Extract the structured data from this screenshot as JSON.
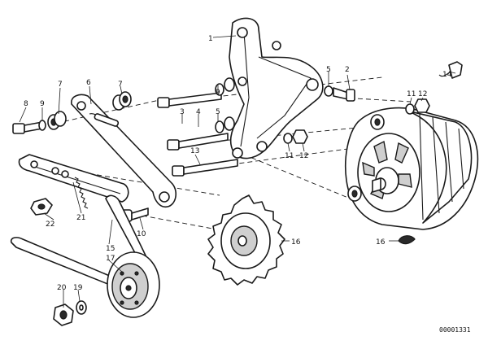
{
  "callouts": {
    "c1": "1",
    "c2": "2",
    "c3": "3",
    "c4": "4",
    "c5a": "5",
    "c5b": "5",
    "c6": "6",
    "c7a": "7",
    "c7b": "7",
    "c8": "8",
    "c9": "9",
    "c10": "10",
    "c11a": "11",
    "c11b": "11",
    "c12a": "12",
    "c12b": "12",
    "c13": "13",
    "c14": "14",
    "c15": "15",
    "c16a": "16",
    "c16b": "16",
    "c17": "17",
    "c19": "19",
    "c20": "20",
    "c21": "21",
    "c22": "22"
  },
  "diagram_id": "00001331"
}
